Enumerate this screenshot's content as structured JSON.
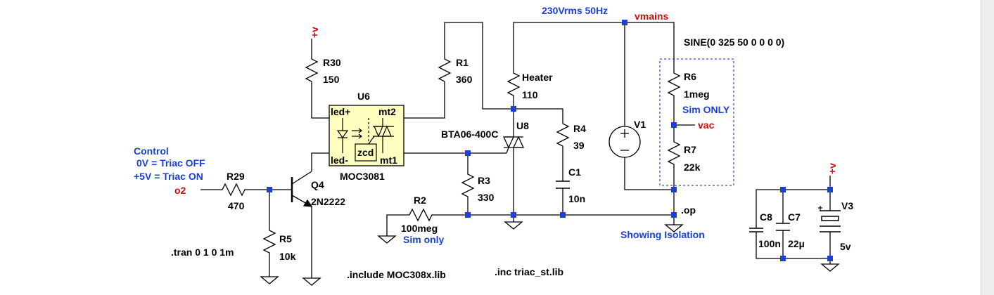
{
  "colors": {
    "wire": "#000000",
    "junction": "#1f3fcf",
    "net_label": "#d01010",
    "comment": "#1a3fd6",
    "component_text": "#000000",
    "optocoupler_fill": "#ffffc0",
    "background": "#ffffff"
  },
  "comments": {
    "control_title": "Control",
    "control_off": "0V = Triac OFF",
    "control_on": "+5V = Triac ON",
    "mains_rating": "230Vrms 50Hz",
    "sim_only_r6": "Sim ONLY",
    "sim_only_r2": "Sim only",
    "showing_isolation": "Showing Isolation"
  },
  "net_labels": {
    "vplus_r30": "+v",
    "vplus_v3": "+v",
    "vmains": "vmains",
    "vac": "vac",
    "o2": "o2",
    "op": ".op"
  },
  "directives": {
    "tran": ".tran 0 1 0 1m",
    "include_moc": ".include MOC308x.lib",
    "include_triac": ".inc triac_st.lib",
    "sine": "SINE(0 325 50 0 0 0 0)"
  },
  "components": {
    "r30": {
      "ref": "R30",
      "value": "150"
    },
    "r1": {
      "ref": "R1",
      "value": "360"
    },
    "heater": {
      "ref": "Heater",
      "value": "110"
    },
    "r4": {
      "ref": "R4",
      "value": "39"
    },
    "c1": {
      "ref": "C1",
      "value": "10n"
    },
    "r3": {
      "ref": "R3",
      "value": "330"
    },
    "r2": {
      "ref": "R2",
      "value": "100meg"
    },
    "r29": {
      "ref": "R29",
      "value": "470"
    },
    "r5": {
      "ref": "R5",
      "value": "10k"
    },
    "q4": {
      "ref": "Q4",
      "value": "2N2222"
    },
    "u6": {
      "ref": "U6",
      "value": "MOC3081",
      "pin_led_plus": "led+",
      "pin_led_minus": "led-",
      "pin_mt2": "mt2",
      "pin_mt1": "mt1",
      "zcd": "zcd"
    },
    "u8": {
      "ref": "U8",
      "value": "BTA06-400C"
    },
    "v1": {
      "ref": "V1"
    },
    "r6": {
      "ref": "R6",
      "value": "1meg"
    },
    "r7": {
      "ref": "R7",
      "value": "22k"
    },
    "c8": {
      "ref": "C8",
      "value": "100n"
    },
    "c7": {
      "ref": "C7",
      "value": "22µ"
    },
    "v3": {
      "ref": "V3",
      "value": "5v"
    }
  }
}
